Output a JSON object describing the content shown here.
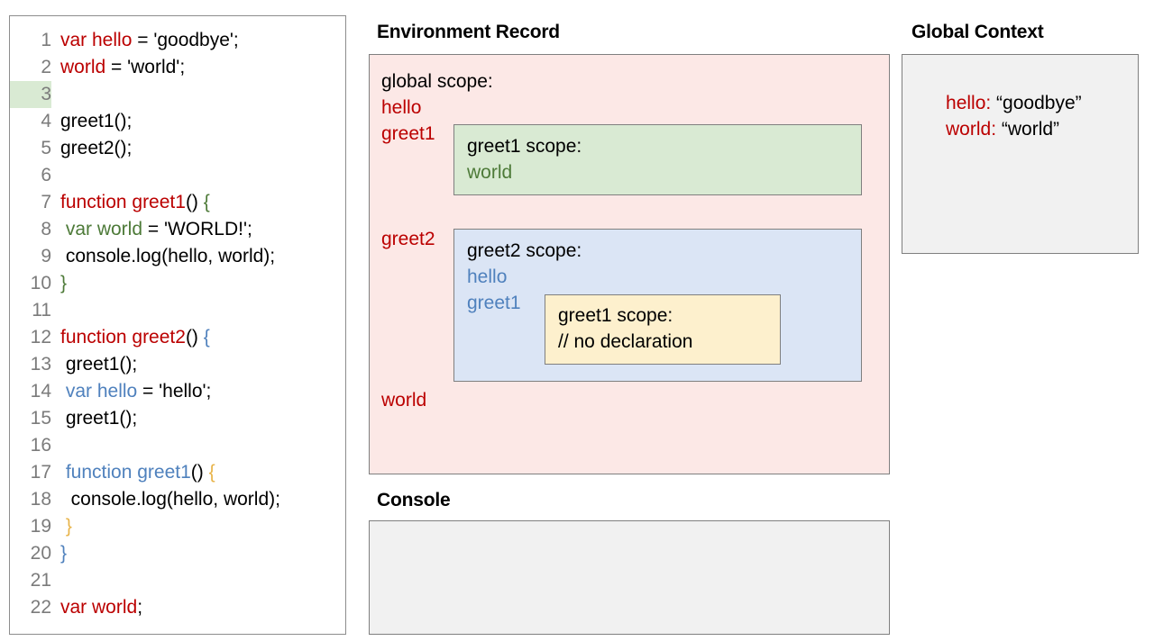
{
  "headings": {
    "environment_record": "Environment Record",
    "console": "Console",
    "global_context": "Global Context"
  },
  "code_panel": {
    "lines": [
      {
        "number": "1",
        "highlight": false,
        "tokens": [
          {
            "t": "var hello",
            "c": "red"
          },
          {
            "t": " = 'goodbye';",
            "c": "black"
          }
        ]
      },
      {
        "number": "2",
        "highlight": false,
        "tokens": [
          {
            "t": "world",
            "c": "red"
          },
          {
            "t": " = 'world';",
            "c": "black"
          }
        ]
      },
      {
        "number": "3",
        "highlight": true,
        "tokens": []
      },
      {
        "number": "4",
        "highlight": false,
        "tokens": [
          {
            "t": "greet1();",
            "c": "black"
          }
        ]
      },
      {
        "number": "5",
        "highlight": false,
        "tokens": [
          {
            "t": "greet2();",
            "c": "black"
          }
        ]
      },
      {
        "number": "6",
        "highlight": false,
        "tokens": []
      },
      {
        "number": "7",
        "highlight": false,
        "tokens": [
          {
            "t": "function greet1",
            "c": "red"
          },
          {
            "t": "() ",
            "c": "black"
          },
          {
            "t": "{",
            "c": "green"
          }
        ]
      },
      {
        "number": "8",
        "highlight": false,
        "tokens": [
          {
            "t": " var world",
            "c": "green"
          },
          {
            "t": " = 'WORLD!';",
            "c": "black"
          }
        ]
      },
      {
        "number": "9",
        "highlight": false,
        "tokens": [
          {
            "t": " console.log(hello, world);",
            "c": "black"
          }
        ]
      },
      {
        "number": "10",
        "highlight": false,
        "tokens": [
          {
            "t": "}",
            "c": "green"
          }
        ]
      },
      {
        "number": "11",
        "highlight": false,
        "tokens": []
      },
      {
        "number": "12",
        "highlight": false,
        "tokens": [
          {
            "t": "function greet2",
            "c": "red"
          },
          {
            "t": "() ",
            "c": "black"
          },
          {
            "t": "{",
            "c": "blue"
          }
        ]
      },
      {
        "number": "13",
        "highlight": false,
        "tokens": [
          {
            "t": " greet1();",
            "c": "black"
          }
        ]
      },
      {
        "number": "14",
        "highlight": false,
        "tokens": [
          {
            "t": " var hello",
            "c": "blue"
          },
          {
            "t": " = 'hello';",
            "c": "black"
          }
        ]
      },
      {
        "number": "15",
        "highlight": false,
        "tokens": [
          {
            "t": " greet1();",
            "c": "black"
          }
        ]
      },
      {
        "number": "16",
        "highlight": false,
        "tokens": []
      },
      {
        "number": "17",
        "highlight": false,
        "tokens": [
          {
            "t": " function greet1",
            "c": "blue"
          },
          {
            "t": "() ",
            "c": "black"
          },
          {
            "t": "{",
            "c": "gold"
          }
        ]
      },
      {
        "number": "18",
        "highlight": false,
        "tokens": [
          {
            "t": "  console.log(hello, world);",
            "c": "black"
          }
        ]
      },
      {
        "number": "19",
        "highlight": false,
        "tokens": [
          {
            "t": " }",
            "c": "gold"
          }
        ]
      },
      {
        "number": "20",
        "highlight": false,
        "tokens": [
          {
            "t": "}",
            "c": "blue"
          }
        ]
      },
      {
        "number": "21",
        "highlight": false,
        "tokens": []
      },
      {
        "number": "22",
        "highlight": false,
        "tokens": [
          {
            "t": "var world",
            "c": "red"
          },
          {
            "t": ";",
            "c": "black"
          }
        ]
      }
    ]
  },
  "environment_record": {
    "global_scope": {
      "title": "global scope:",
      "vars": [
        "hello",
        "greet1",
        "greet2",
        "world"
      ]
    },
    "greet1_scope": {
      "title": "greet1 scope:",
      "vars": [
        "world"
      ]
    },
    "greet2_scope": {
      "title": "greet2 scope:",
      "vars": [
        "hello",
        "greet1"
      ]
    },
    "greet1_nested_scope": {
      "title": "greet1 scope:",
      "note": "// no declaration"
    }
  },
  "console": {
    "lines": ""
  },
  "global_context": {
    "entries": [
      {
        "key": "hello:",
        "value": " “goodbye”"
      },
      {
        "key": "world:",
        "value": " “world”"
      }
    ]
  },
  "colors": {
    "red": "#bb0000",
    "blue": "#4f81bd",
    "green": "#4d7a38",
    "gold": "#e8b44a",
    "env_bg": "#fce8e6",
    "greet1_bg": "#d9ead3",
    "greet2_bg": "#dbe5f5",
    "nested_bg": "#fdf0cd",
    "panel_bg": "#f1f1f1",
    "border": "#7f7f7f",
    "line_highlight": "#d9ead3"
  }
}
